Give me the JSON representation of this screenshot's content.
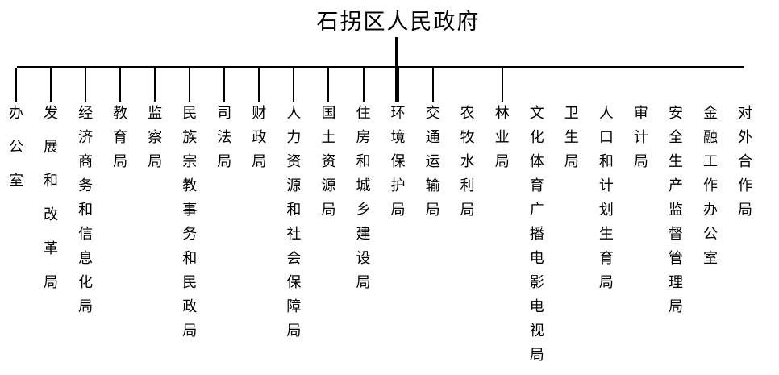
{
  "title": "石拐区人民政府",
  "departments": [
    {
      "name": "办公室",
      "has_connector": true
    },
    {
      "name": "发展和改革局",
      "has_connector": true
    },
    {
      "name": "经济商务和信息化局",
      "has_connector": true
    },
    {
      "name": "教育局",
      "has_connector": true
    },
    {
      "name": "监察局",
      "has_connector": true
    },
    {
      "name": "民族宗教事务和民政局",
      "has_connector": true
    },
    {
      "name": "司法局",
      "has_connector": true
    },
    {
      "name": "财政局",
      "has_connector": true
    },
    {
      "name": "人力资源和社会保障局",
      "has_connector": true
    },
    {
      "name": "国土资源局",
      "has_connector": true
    },
    {
      "name": "住房和城乡建设局",
      "has_connector": true
    },
    {
      "name": "环境保护局",
      "has_connector": true
    },
    {
      "name": "交通运输局",
      "has_connector": true
    },
    {
      "name": "农牧水利局",
      "has_connector": false
    },
    {
      "name": "林业局",
      "has_connector": true
    },
    {
      "name": "文化体育广播电影电视局",
      "has_connector": false
    },
    {
      "name": "卫生局",
      "has_connector": false
    },
    {
      "name": "人口和计划生育局",
      "has_connector": false
    },
    {
      "name": "审计局",
      "has_connector": false
    },
    {
      "name": "安全生产监督管理局",
      "has_connector": false
    },
    {
      "name": "金融工作办公室",
      "has_connector": false
    },
    {
      "name": "对外合作局",
      "has_connector": false
    }
  ],
  "colors": {
    "background": "#ffffff",
    "line": "#000000",
    "text": "#000000"
  }
}
